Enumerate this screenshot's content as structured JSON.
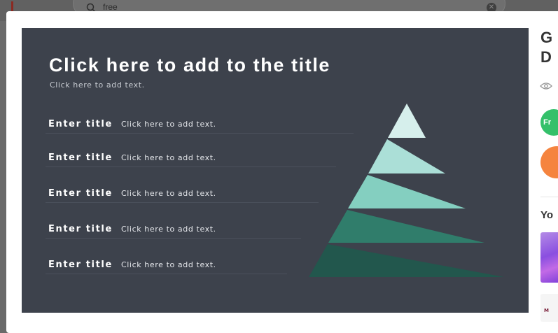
{
  "background": {
    "search": {
      "value": "free"
    }
  },
  "slide": {
    "title": "Click here to add to the title",
    "subtitle": "Click here to add text.",
    "rows": [
      {
        "title": "Enter title",
        "text": "Click here to add text."
      },
      {
        "title": "Enter title",
        "text": "Click here to add text."
      },
      {
        "title": "Enter title",
        "text": "Click here to add text."
      },
      {
        "title": "Enter title",
        "text": "Click here to add text."
      },
      {
        "title": "Enter title",
        "text": "Click here to add text."
      }
    ],
    "pyramid_colors": [
      "#d6efec",
      "#abdfd7",
      "#84cfc0",
      "#307d6b",
      "#22574d"
    ],
    "background_color": "#3d424c"
  },
  "side_panel": {
    "title": "G\nD",
    "view_icon": "eye-icon",
    "badge": "Fr",
    "section_label": "Yo",
    "card_mark": "M"
  }
}
